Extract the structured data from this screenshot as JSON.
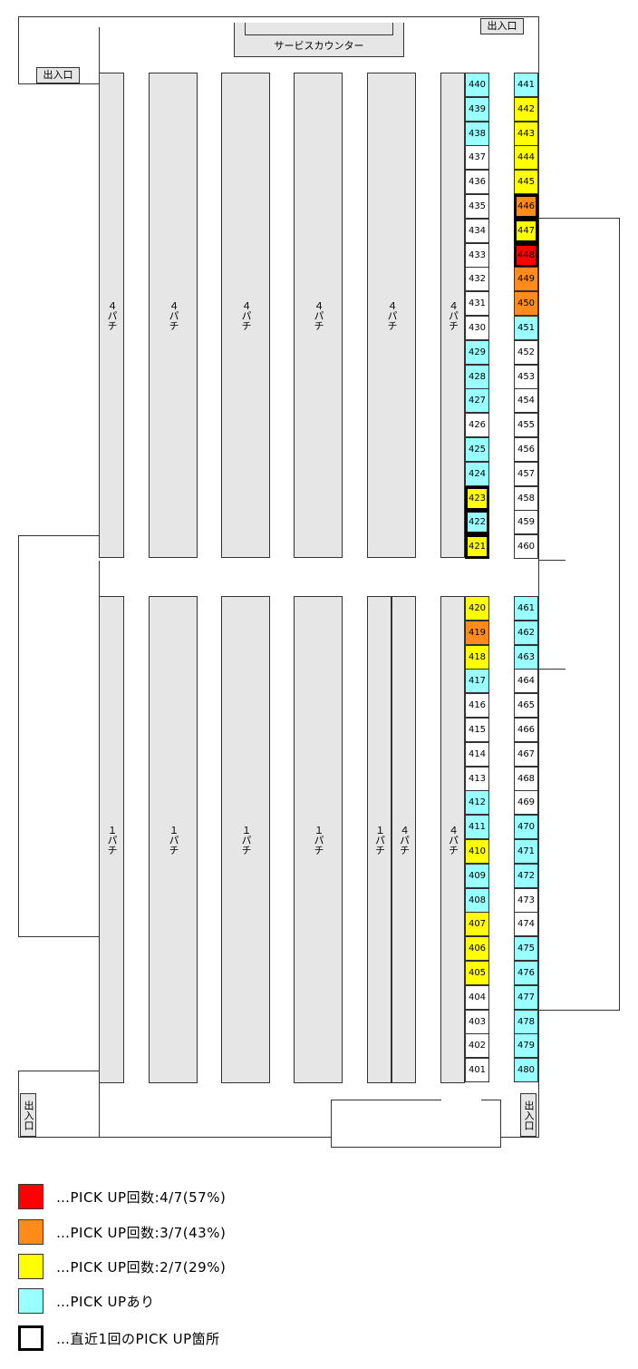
{
  "map": {
    "service_counter": "サービスカウンター",
    "exits": {
      "top_right": "出入口",
      "top_left": "出入口",
      "bottom_left": "出入口",
      "bottom_right": "出入口"
    },
    "islands_upper": [
      "４パチ",
      "４パチ",
      "４パチ",
      "４パチ",
      "４パチ",
      "４パチ"
    ],
    "islands_lower": [
      "１パチ",
      "１パチ",
      "１パチ",
      "１パチ",
      "１パチ",
      "４パチ",
      "４パチ"
    ]
  },
  "machines": {
    "col_a_top": [
      {
        "n": "440",
        "s": "c"
      },
      {
        "n": "439",
        "s": "c"
      },
      {
        "n": "438",
        "s": "c"
      },
      {
        "n": "437",
        "s": "w"
      },
      {
        "n": "436",
        "s": "w"
      },
      {
        "n": "435",
        "s": "w"
      },
      {
        "n": "434",
        "s": "w"
      },
      {
        "n": "433",
        "s": "w"
      },
      {
        "n": "432",
        "s": "w"
      },
      {
        "n": "431",
        "s": "w"
      },
      {
        "n": "430",
        "s": "w"
      },
      {
        "n": "429",
        "s": "c"
      },
      {
        "n": "428",
        "s": "c"
      },
      {
        "n": "427",
        "s": "c"
      },
      {
        "n": "426",
        "s": "w"
      },
      {
        "n": "425",
        "s": "c"
      },
      {
        "n": "424",
        "s": "c"
      },
      {
        "n": "423",
        "s": "y",
        "r": true
      },
      {
        "n": "422",
        "s": "c",
        "r": true
      },
      {
        "n": "421",
        "s": "y",
        "r": true
      }
    ],
    "col_b_top": [
      {
        "n": "441",
        "s": "c"
      },
      {
        "n": "442",
        "s": "y"
      },
      {
        "n": "443",
        "s": "y"
      },
      {
        "n": "444",
        "s": "y"
      },
      {
        "n": "445",
        "s": "y"
      },
      {
        "n": "446",
        "s": "o",
        "r": true
      },
      {
        "n": "447",
        "s": "y",
        "r": true
      },
      {
        "n": "448",
        "s": "r",
        "r": true
      },
      {
        "n": "449",
        "s": "o"
      },
      {
        "n": "450",
        "s": "o"
      },
      {
        "n": "451",
        "s": "c"
      },
      {
        "n": "452",
        "s": "w"
      },
      {
        "n": "453",
        "s": "w"
      },
      {
        "n": "454",
        "s": "w"
      },
      {
        "n": "455",
        "s": "w"
      },
      {
        "n": "456",
        "s": "w"
      },
      {
        "n": "457",
        "s": "w"
      },
      {
        "n": "458",
        "s": "w"
      },
      {
        "n": "459",
        "s": "w"
      },
      {
        "n": "460",
        "s": "w"
      }
    ],
    "col_a_bottom": [
      {
        "n": "420",
        "s": "y"
      },
      {
        "n": "419",
        "s": "o"
      },
      {
        "n": "418",
        "s": "y"
      },
      {
        "n": "417",
        "s": "c"
      },
      {
        "n": "416",
        "s": "w"
      },
      {
        "n": "415",
        "s": "w"
      },
      {
        "n": "414",
        "s": "w"
      },
      {
        "n": "413",
        "s": "w"
      },
      {
        "n": "412",
        "s": "c"
      },
      {
        "n": "411",
        "s": "c"
      },
      {
        "n": "410",
        "s": "y"
      },
      {
        "n": "409",
        "s": "c"
      },
      {
        "n": "408",
        "s": "c"
      },
      {
        "n": "407",
        "s": "y"
      },
      {
        "n": "406",
        "s": "y"
      },
      {
        "n": "405",
        "s": "y"
      },
      {
        "n": "404",
        "s": "w"
      },
      {
        "n": "403",
        "s": "w"
      },
      {
        "n": "402",
        "s": "w"
      },
      {
        "n": "401",
        "s": "w"
      }
    ],
    "col_b_bottom": [
      {
        "n": "461",
        "s": "c"
      },
      {
        "n": "462",
        "s": "c"
      },
      {
        "n": "463",
        "s": "c"
      },
      {
        "n": "464",
        "s": "w"
      },
      {
        "n": "465",
        "s": "w"
      },
      {
        "n": "466",
        "s": "w"
      },
      {
        "n": "467",
        "s": "w"
      },
      {
        "n": "468",
        "s": "w"
      },
      {
        "n": "469",
        "s": "w"
      },
      {
        "n": "470",
        "s": "c"
      },
      {
        "n": "471",
        "s": "c"
      },
      {
        "n": "472",
        "s": "c"
      },
      {
        "n": "473",
        "s": "w"
      },
      {
        "n": "474",
        "s": "w"
      },
      {
        "n": "475",
        "s": "c"
      },
      {
        "n": "476",
        "s": "c"
      },
      {
        "n": "477",
        "s": "c"
      },
      {
        "n": "478",
        "s": "c"
      },
      {
        "n": "479",
        "s": "c"
      },
      {
        "n": "480",
        "s": "c"
      }
    ]
  },
  "colors": {
    "r": "#ff0000",
    "o": "#ff8c1a",
    "y": "#ffff00",
    "c": "#99ffff",
    "w": "#ffffff"
  },
  "legend": [
    {
      "color": "#ff0000",
      "text": "…PICK UP回数:4/7(57%)",
      "recent": false
    },
    {
      "color": "#ff8c1a",
      "text": "…PICK UP回数:3/7(43%)",
      "recent": false
    },
    {
      "color": "#ffff00",
      "text": "…PICK UP回数:2/7(29%)",
      "recent": false
    },
    {
      "color": "#99ffff",
      "text": "…PICK UPあり",
      "recent": false
    },
    {
      "color": "#ffffff",
      "text": "…直近1回のPICK UP箇所",
      "recent": true
    }
  ]
}
